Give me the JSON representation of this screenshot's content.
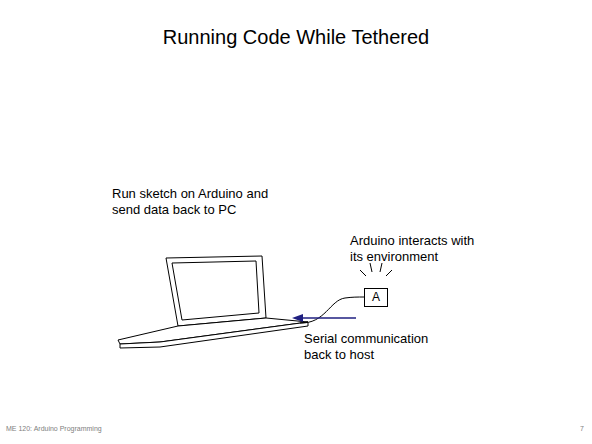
{
  "diagram": {
    "title": "Running Code While Tethered",
    "nodes": [
      {
        "text": [
          "A"
        ]
      }
    ],
    "labels": [
      "Run sketch on Arduino and send data back to PC",
      "Arduino interacts with its environment",
      "Serial communication back to host",
      "ME 120: Arduino Programming",
      "7"
    ]
  }
}
